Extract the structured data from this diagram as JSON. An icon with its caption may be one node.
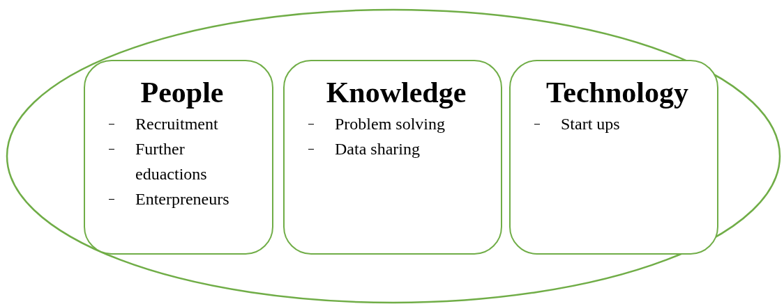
{
  "diagram": {
    "nodes": [
      {
        "text": [],
        "shape": "ellipse"
      },
      {
        "text": [
          "People",
          "Recruitment",
          "Further eduactions",
          "Enterpreneurs"
        ],
        "in": 0
      },
      {
        "text": [
          "Knowledge",
          "Problem solving",
          "Data sharing"
        ],
        "in": 0
      },
      {
        "text": [
          "Technology",
          "Start ups"
        ],
        "in": 0
      }
    ],
    "edges": []
  }
}
